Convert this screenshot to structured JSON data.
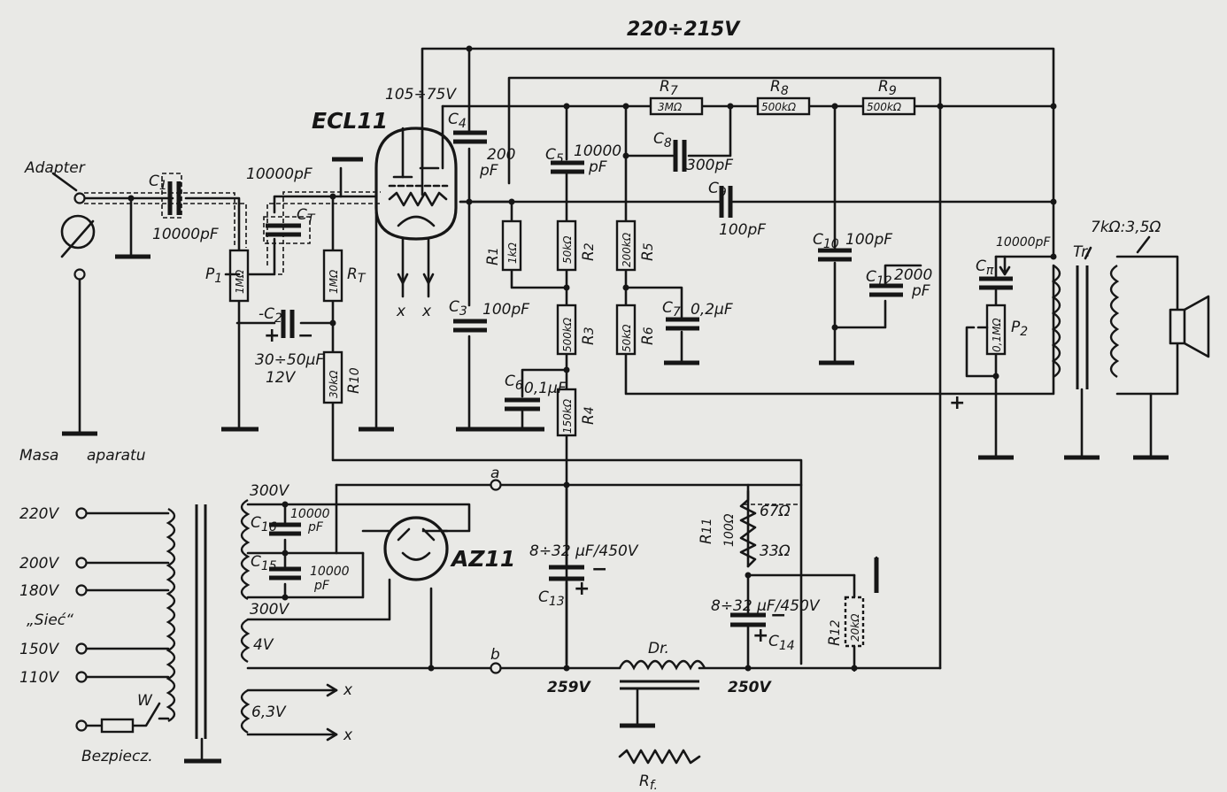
{
  "title_supply": "220÷215V",
  "tube_voltage": "105÷75V",
  "tubes": {
    "amp": "ECL11",
    "rect": "AZ11"
  },
  "input": {
    "adapter": "Adapter",
    "ground_a": "Masa",
    "ground_b": "aparatu"
  },
  "components": {
    "C1": "C",
    "C1_sub": "1",
    "C1_val": "10000pF",
    "CT": "C",
    "CT_sub": "T",
    "CT_val": "10000pF",
    "P1": "P",
    "P1_sub": "1",
    "P1_val": "1MΩ",
    "RT": "R",
    "RT_sub": "T",
    "RT_val": "1MΩ",
    "C2": "C",
    "C2_sub": "2",
    "C2_val1": "30÷50μF",
    "C2_val2": "12V",
    "R10": "R",
    "R10_sub": "10",
    "R10_val": "30kΩ",
    "C3": "C",
    "C3_sub": "3",
    "C3_val": "100pF",
    "C4": "C",
    "C4_sub": "4",
    "C4_val1": "200",
    "C4_val2": "pF",
    "R1": "R",
    "R1_sub": "1",
    "R1_val": "1kΩ",
    "C5": "C",
    "C5_sub": "5",
    "C5_val1": "10000",
    "C5_val2": "pF",
    "R2": "R",
    "R2_sub": "2",
    "R2_val": "50kΩ",
    "R3": "R",
    "R3_sub": "3",
    "R3_val": "500kΩ",
    "C6": "C",
    "C6_sub": "6",
    "C6_val": "0,1μF",
    "R4": "R",
    "R4_sub": "4",
    "R4_val": "150kΩ",
    "R5": "R",
    "R5_sub": "5",
    "R5_val": "200kΩ",
    "R6": "R",
    "R6_sub": "6",
    "R6_val": "50kΩ",
    "C7": "C",
    "C7_sub": "7",
    "C7_val": "0,2μF",
    "R7": "R",
    "R7_sub": "7",
    "R7_val": "3MΩ",
    "C8": "C",
    "C8_sub": "8",
    "C8_val": "300pF",
    "R8": "R",
    "R8_sub": "8",
    "R8_val": "500kΩ",
    "R9": "R",
    "R9_sub": "9",
    "R9_val": "500kΩ",
    "C9": "C",
    "C9_sub": "9",
    "C9_val": "100pF",
    "C10": "C",
    "C10_sub": "10",
    "C10_val": "100pF",
    "C12": "C",
    "C12_sub": "12",
    "C12_val1": "2000",
    "C12_val2": "pF",
    "CP": "C",
    "CP_sub": "π",
    "CP_val": "10000pF",
    "P2": "P",
    "P2_sub": "2",
    "P2_val": "0,1MΩ",
    "TR": "Tr.",
    "TR_ratio": "7kΩ:3,5Ω",
    "C16": "C",
    "C16_sub": "16",
    "C16_val1": "10000",
    "C16_val2": "pF",
    "C15": "C",
    "C15_sub": "15",
    "C15_val1": "10000",
    "C15_val2": "pF",
    "C13": "C",
    "C13_sub": "13",
    "C13_val": "8÷32 μF/450V",
    "C14": "C",
    "C14_sub": "14",
    "C14_val": "8÷32 μF/450V",
    "R11": "R",
    "R11_sub": "11",
    "R11_val": "100Ω",
    "R11_top": "67Ω",
    "R11_bot": "33Ω",
    "R12": "R",
    "R12_sub": "12",
    "R12_val": "20kΩ",
    "DR": "Dr.",
    "RF": "R",
    "RF_sub": "f."
  },
  "mains": {
    "taps": [
      "220V",
      "200V",
      "180V",
      "150V",
      "110V"
    ],
    "label": "„Sieć“",
    "switch": "W",
    "fuse": "Bezpiecz."
  },
  "windings": {
    "hv_top": "300V",
    "hv_bot": "300V",
    "v4": "4V",
    "v63": "6,3V"
  },
  "nodes": {
    "a": "a",
    "b": "b",
    "v259": "259V",
    "v250": "250V"
  },
  "marks": {
    "x": "x",
    "plus": "+",
    "minus": "−"
  }
}
